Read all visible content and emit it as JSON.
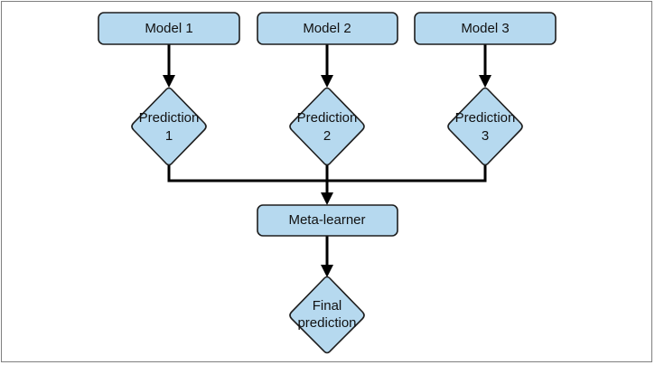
{
  "diagram": {
    "nodes": {
      "model_1": "Model 1",
      "model_2": "Model 2",
      "model_3": "Model 3",
      "prediction_1": [
        "Prediction",
        "1"
      ],
      "prediction_2": [
        "Prediction",
        "2"
      ],
      "prediction_3": [
        "Prediction",
        "3"
      ],
      "meta_learner": "Meta-learner",
      "final_prediction": [
        "Final",
        "prediction"
      ]
    },
    "edges": [
      {
        "from": "model_1",
        "to": "prediction_1"
      },
      {
        "from": "model_2",
        "to": "prediction_2"
      },
      {
        "from": "model_3",
        "to": "prediction_3"
      },
      {
        "from": "prediction_1",
        "to": "meta_learner"
      },
      {
        "from": "prediction_2",
        "to": "meta_learner"
      },
      {
        "from": "prediction_3",
        "to": "meta_learner"
      },
      {
        "from": "meta_learner",
        "to": "final_prediction"
      }
    ],
    "colors": {
      "node_fill": "#b6d9ef",
      "node_stroke": "#1e1e1e",
      "edge": "#000000"
    }
  }
}
